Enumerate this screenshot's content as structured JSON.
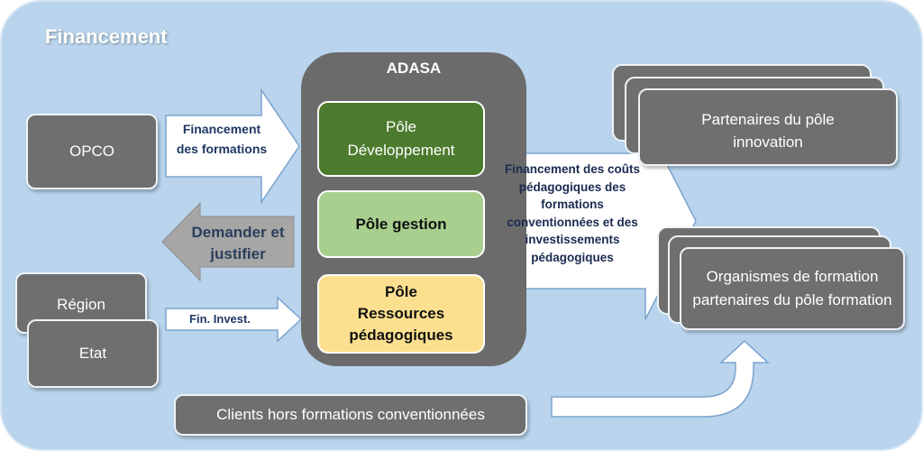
{
  "title": "Financement",
  "sources": {
    "opco": "OPCO",
    "region": "Région",
    "etat": "Etat",
    "clients": "Clients hors formations conventionnées"
  },
  "adasa": {
    "title": "ADASA",
    "pole_dev": "Pôle Développement",
    "pole_gestion": "Pôle gestion",
    "pole_ressources": "Pôle Ressources pédagogiques"
  },
  "arrows": {
    "financement_formations": "Financement des formations",
    "demander_justifier": "Demander et justifier",
    "fin_invest": "Fin. Invest.",
    "financement_couts": "Financement des coûts pédagogiques des formations conventionnées et des investissements pédagogiques"
  },
  "targets": {
    "partenaires_innovation": "Partenaires du pôle innovation",
    "organismes_formation": "Organismes de formation partenaires du pôle formation"
  }
}
